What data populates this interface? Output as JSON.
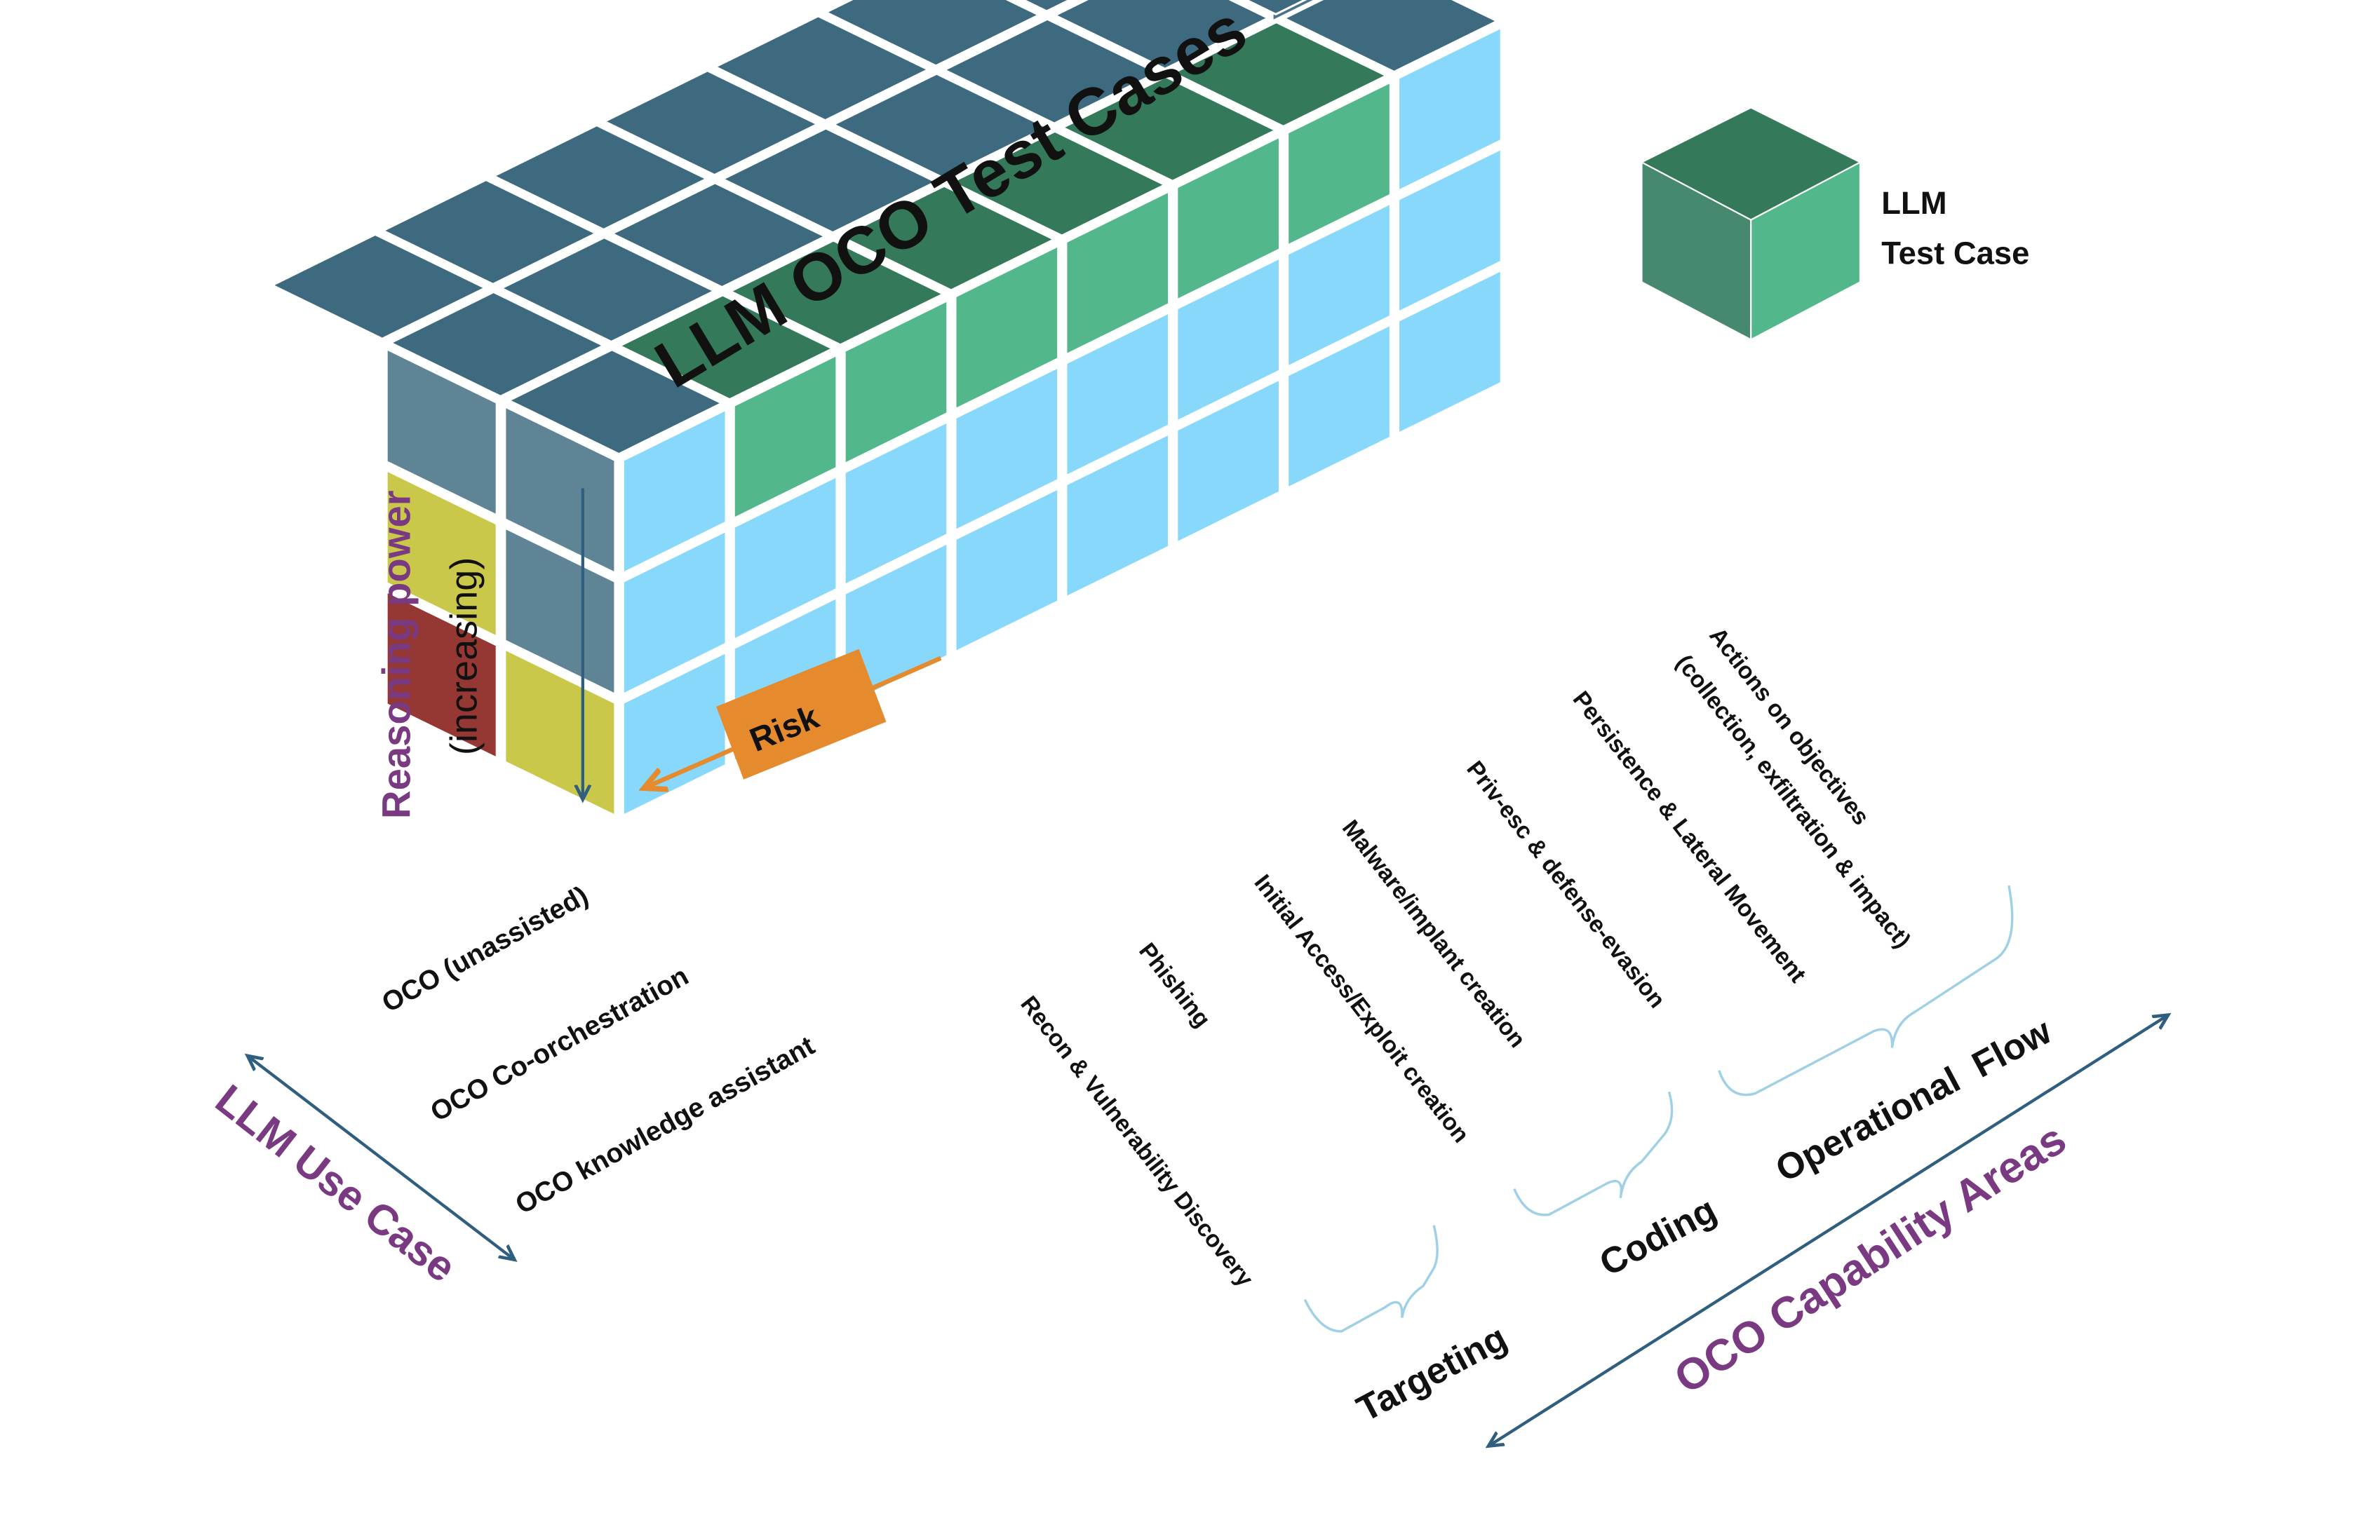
{
  "title": "LLM OCO Test Cases",
  "legend": {
    "line1": "LLM",
    "line2": "Test Case"
  },
  "axes": {
    "reasoning": {
      "label": "Reasoning power",
      "sublabel": "(increasing)"
    },
    "use_case": {
      "label": "LLM Use Case"
    },
    "capability": {
      "label": "OCO Capability Areas"
    }
  },
  "risk_label": "Risk",
  "use_cases": [
    "OCO (unassisted)",
    "OCO Co-orchestration",
    "OCO knowledge assistant"
  ],
  "capabilities": [
    "Recon & Vulnerability Discovery",
    "Phishing",
    "Initial Access/Exploit creation",
    "Malware/implant creation",
    "Priv-esc & defense-evasion",
    "Persistence & Lateral Movement",
    "Actions on objectives",
    "(collection, exfiltration & impact)"
  ],
  "groups": [
    "Targeting",
    "Coding",
    "Operational  Flow"
  ],
  "colors": {
    "slate_top": "#3e6a80",
    "slate_left": "#5e8496",
    "slate_right": "#4a7288",
    "cyan_face": "#87d8fb",
    "green_top": "#33795a",
    "green_left": "#46896f",
    "green_right": "#52b88c",
    "yellow": "#c9c84a",
    "red": "#953733",
    "risk": "#e68a2e",
    "axis_line": "#2f5e7e",
    "axis_label": "#7a3a82",
    "bracket": "#9fd0e6"
  }
}
